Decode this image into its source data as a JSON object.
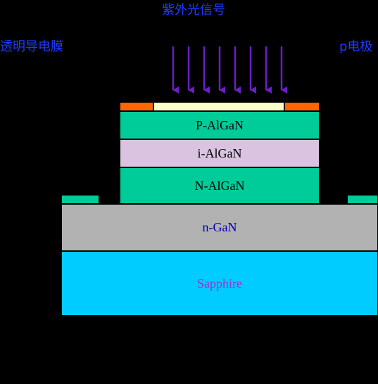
{
  "labels": {
    "uv_signal": "紫外光信号",
    "transparent_film": "透明导电膜",
    "p_electrode": "p电极"
  },
  "layers": {
    "p_algan": "P-AlGaN",
    "i_algan": "i-AlGaN",
    "n_algan": "N-AlGaN",
    "n_gan": "n-GaN",
    "sapphire": "Sapphire"
  },
  "colors": {
    "background": "#000000",
    "label_blue": "#1f3cff",
    "arrow_purple": "#6a1fc8",
    "p_algan_fill": "#00cc99",
    "i_algan_fill": "#d9c3e0",
    "n_algan_fill": "#00cc99",
    "n_contact_fill": "#00cc99",
    "n_gan_fill": "#b2b2b2",
    "n_gan_text": "#0000b0",
    "sapphire_fill": "#00ccff",
    "sapphire_text": "#9b30d9",
    "p_electrode_fill": "#ff6600",
    "transparent_film_fill": "#ffffcc"
  },
  "arrows": {
    "count": 8
  }
}
